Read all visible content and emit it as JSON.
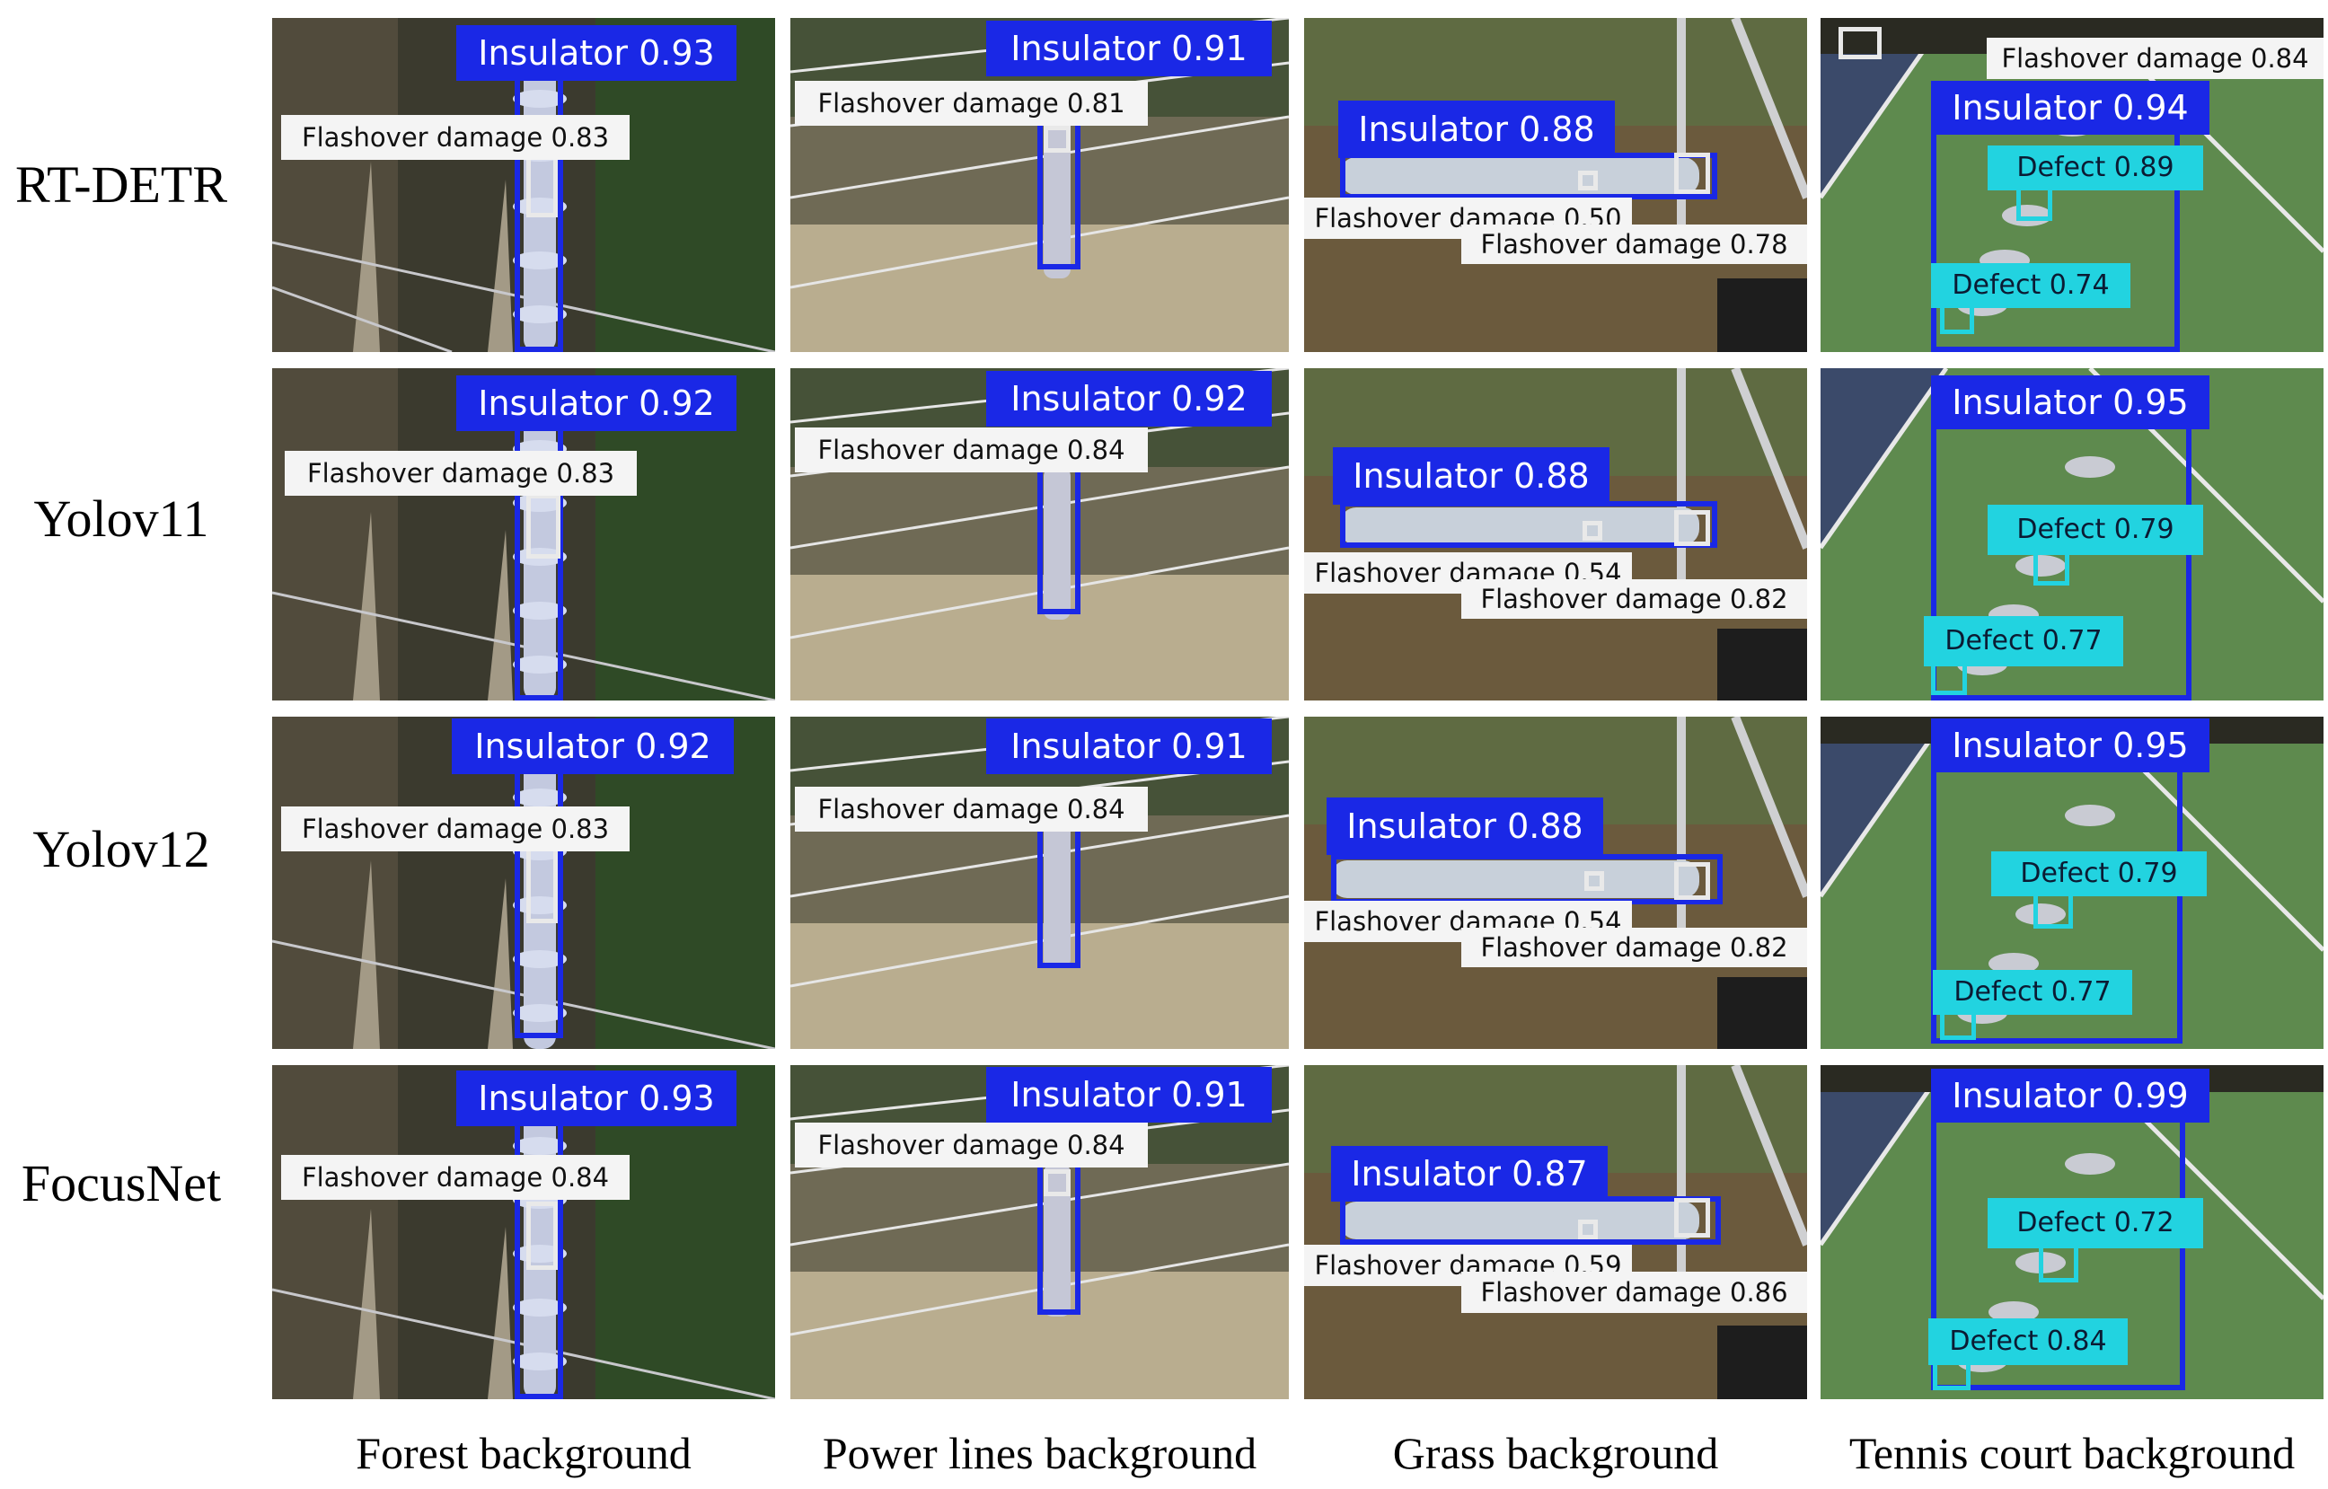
{
  "rows": [
    {
      "label": "RT-DETR",
      "panels": [
        {
          "labels": [
            "Insulator 0.93",
            "Flashover damage 0.83"
          ]
        },
        {
          "labels": [
            "Insulator 0.91",
            "Flashover damage 0.81"
          ]
        },
        {
          "labels": [
            "Insulator 0.88",
            "Flashover damage 0.50",
            "Flashover damage 0.78"
          ]
        },
        {
          "labels": [
            "Flashover damage 0.84",
            "Insulator 0.94",
            "Defect 0.89",
            "Defect 0.74"
          ]
        }
      ]
    },
    {
      "label": "Yolov11",
      "panels": [
        {
          "labels": [
            "Insulator 0.92",
            "Flashover damage 0.83"
          ]
        },
        {
          "labels": [
            "Insulator 0.92",
            "Flashover damage 0.84"
          ]
        },
        {
          "labels": [
            "Insulator 0.88",
            "Flashover damage 0.54",
            "Flashover damage 0.82"
          ]
        },
        {
          "labels": [
            "Insulator 0.95",
            "Defect 0.79",
            "Defect 0.77"
          ]
        }
      ]
    },
    {
      "label": "Yolov12",
      "panels": [
        {
          "labels": [
            "Insulator 0.92",
            "Flashover damage 0.83"
          ]
        },
        {
          "labels": [
            "Insulator 0.91",
            "Flashover damage 0.84"
          ]
        },
        {
          "labels": [
            "Insulator 0.88",
            "Flashover damage 0.54",
            "Flashover damage 0.82"
          ]
        },
        {
          "labels": [
            "Insulator 0.95",
            "Defect 0.79",
            "Defect 0.77"
          ]
        }
      ]
    },
    {
      "label": "FocusNet",
      "panels": [
        {
          "labels": [
            "Insulator 0.93",
            "Flashover damage 0.84"
          ]
        },
        {
          "labels": [
            "Insulator 0.91",
            "Flashover damage 0.84"
          ]
        },
        {
          "labels": [
            "Insulator 0.87",
            "Flashover damage 0.59",
            "Flashover damage 0.86"
          ]
        },
        {
          "labels": [
            "Insulator 0.99",
            "Defect 0.72",
            "Defect 0.84"
          ]
        }
      ]
    }
  ],
  "columns": [
    "Forest background",
    "Power lines background",
    "Grass background",
    "Tennis court background"
  ],
  "colors": {
    "insulator": "#1a28e6",
    "flashover_damage": "#f4f4f4",
    "defect": "#22d3e0"
  }
}
